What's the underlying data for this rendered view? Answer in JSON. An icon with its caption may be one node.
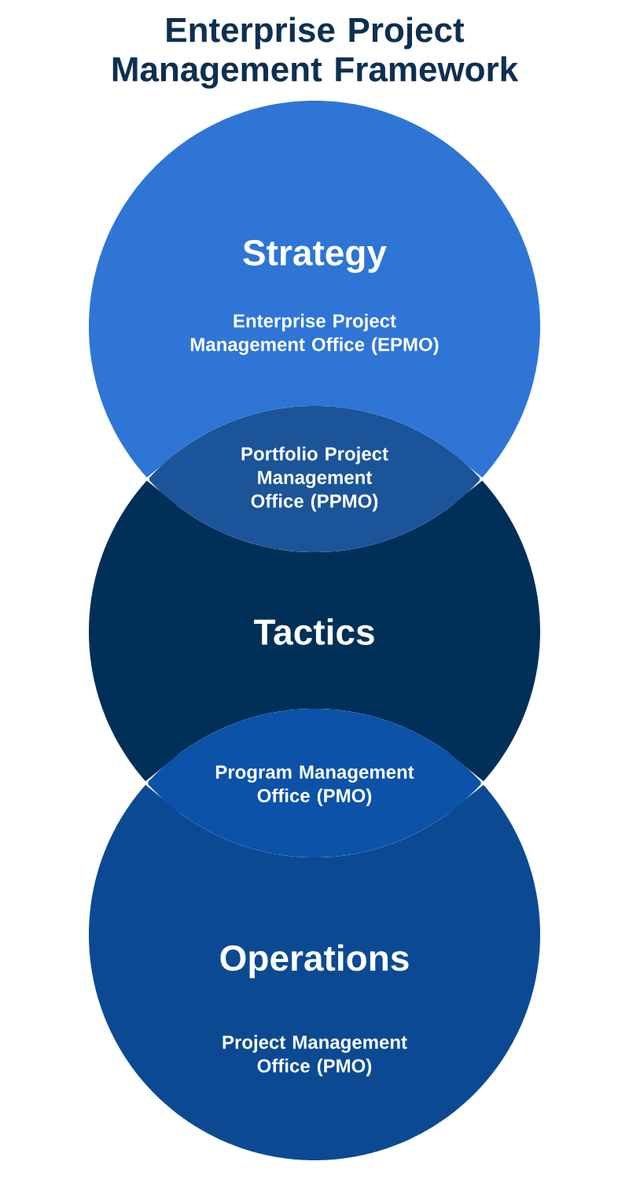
{
  "diagram": {
    "title": "Enterprise Project Management Framework",
    "nodes": [
      {
        "text": [
          "Strategy",
          "Enterprise Project Management Office (EPMO)"
        ]
      },
      {
        "text": [
          "Portfolio Project Management Office (PPMO)"
        ]
      },
      {
        "text": [
          "Tactics"
        ]
      },
      {
        "text": [
          "Program Management Office (PMO)"
        ]
      },
      {
        "text": [
          "Operations",
          "Project Management Office (PMO)"
        ]
      }
    ]
  }
}
